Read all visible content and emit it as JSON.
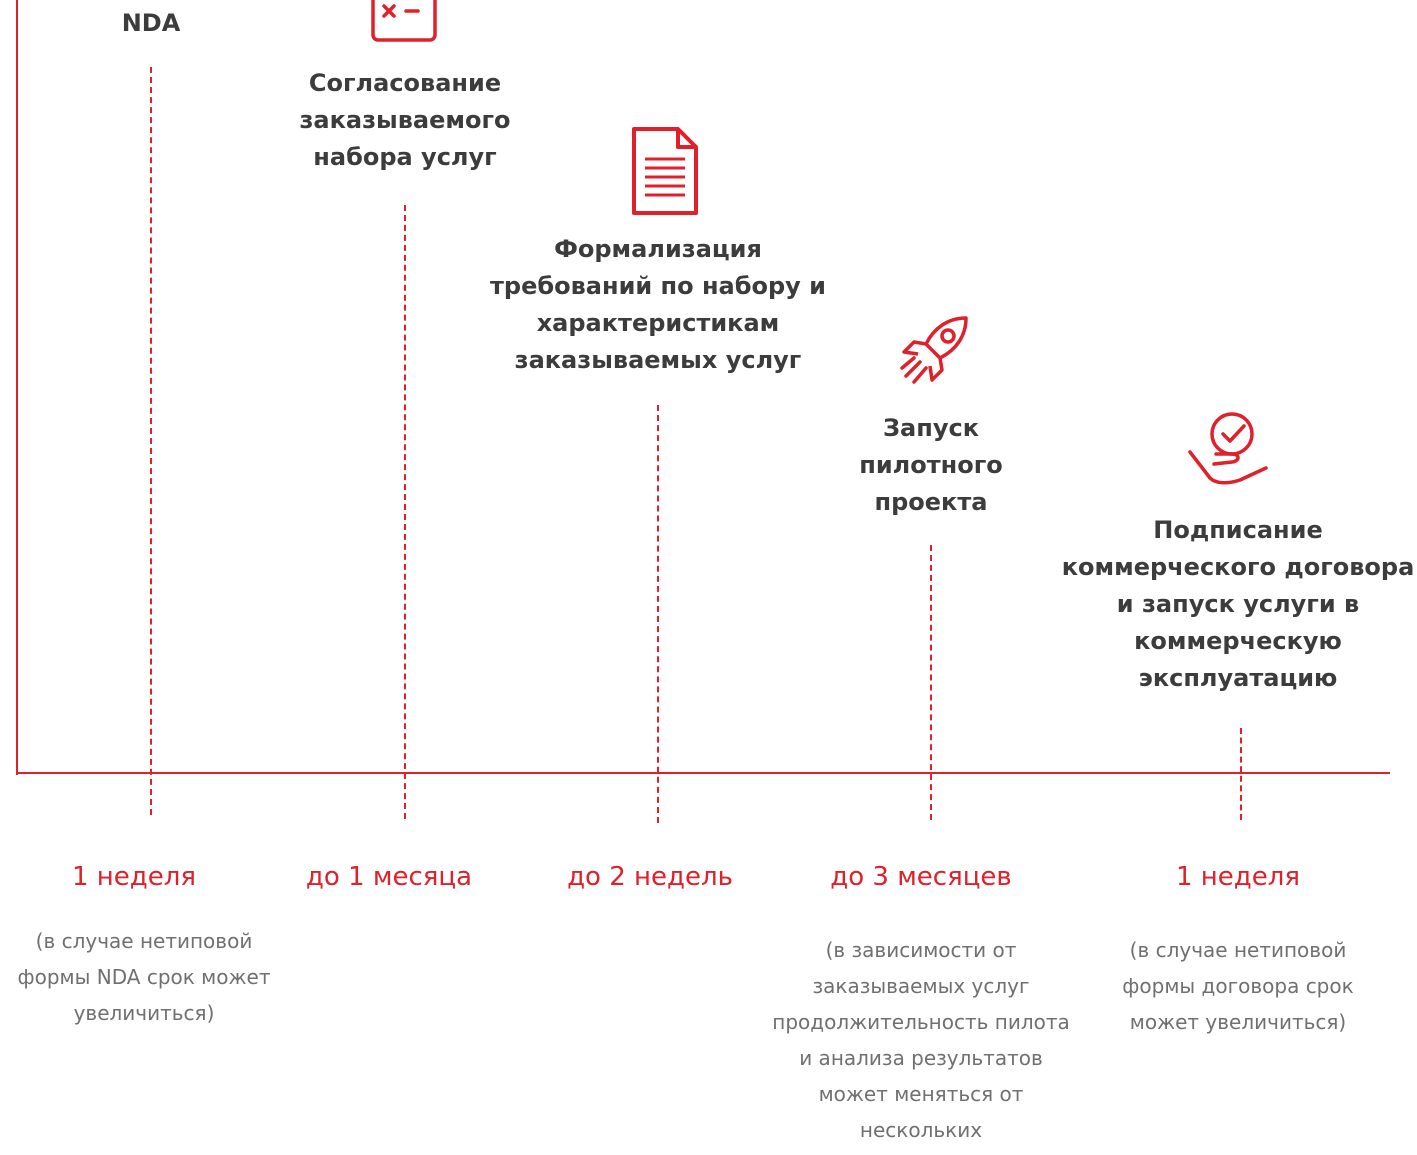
{
  "brand_color": "#e0202a",
  "text_color": "#3c3c3c",
  "note_color": "#707070",
  "stages": [
    {
      "title": "NDA",
      "duration": "1 неделя",
      "note": "(в случае нетиповой формы NDA срок может увеличиться)",
      "icon": ""
    },
    {
      "title": "Согласование заказываемого набора услуг",
      "duration": "до 1 месяца",
      "note": "",
      "icon": "checklist-icon"
    },
    {
      "title": "Формализация требований по набору и характеристикам заказываемых услуг",
      "duration": "до 2 недель",
      "note": "",
      "icon": "document-icon"
    },
    {
      "title": "Запуск пилотного проекта",
      "duration": "до 3 месяцев",
      "note": "(в зависимости от заказываемых услуг продолжительность пилота и анализа результатов может меняться от нескольких",
      "icon": "rocket-icon"
    },
    {
      "title": "Подписание коммерческого договора и запуск услуги в коммерческую эксплуатацию",
      "duration": "1 неделя",
      "note": "(в случае нетиповой формы договора срок может увеличиться)",
      "icon": "hand-check-icon"
    }
  ]
}
